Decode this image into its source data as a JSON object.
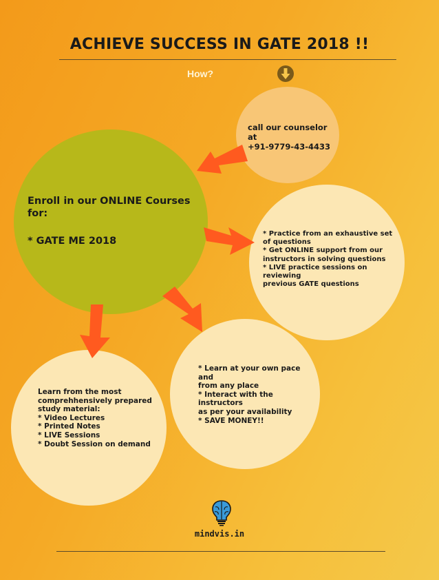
{
  "header": {
    "title": "ACHIEVE SUCCESS IN GATE 2018 !!",
    "how": "How?"
  },
  "icons": {
    "down_arrow": "arrow-down-circle-icon",
    "brain": "brain-icon"
  },
  "colors": {
    "main_circle": "#b7b81a",
    "light_circle": "#fce7b4",
    "phone_circle": "#f8c676",
    "arrow": "#ff5a1f"
  },
  "bubbles": {
    "phone": [
      "call our counselor at",
      "+91-9779-43-4433"
    ],
    "main": {
      "line1": "Enroll in our ONLINE Courses for:",
      "line2": "* GATE ME 2018"
    },
    "practice": [
      "* Practice from an exhaustive set",
      "of questions",
      "* Get ONLINE support from our",
      "instructors in solving questions",
      "* LIVE practice sessions on reviewing",
      "previous GATE questions"
    ],
    "pace": [
      "* Learn at your own pace and",
      "from any place",
      "* Interact with the instructors",
      "as per your availability",
      "* SAVE MONEY!!"
    ],
    "study": [
      "Learn from the most",
      "comprehhensively prepared",
      "study material:",
      "* Video Lectures",
      "* Printed Notes",
      "* LIVE Sessions",
      "* Doubt Session on demand"
    ]
  },
  "footer": {
    "brand": "mindvis.in"
  }
}
